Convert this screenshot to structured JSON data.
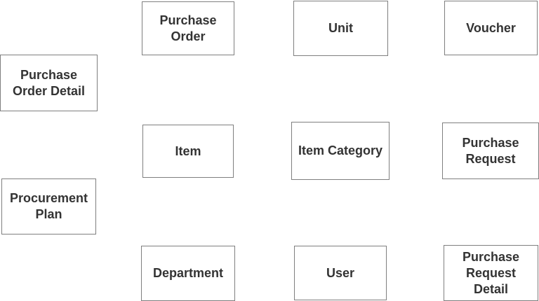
{
  "diagram": {
    "type": "entity-list",
    "entities": [
      {
        "id": "purchase-order",
        "label": "Purchase\nOrder"
      },
      {
        "id": "unit",
        "label": "Unit"
      },
      {
        "id": "voucher",
        "label": "Voucher"
      },
      {
        "id": "purchase-order-detail",
        "label": "Purchase\nOrder Detail"
      },
      {
        "id": "item",
        "label": "Item"
      },
      {
        "id": "item-category",
        "label": "Item Category"
      },
      {
        "id": "purchase-request",
        "label": "Purchase\nRequest"
      },
      {
        "id": "procurement-plan",
        "label": "Procurement\nPlan"
      },
      {
        "id": "department",
        "label": "Department"
      },
      {
        "id": "user",
        "label": "User"
      },
      {
        "id": "purchase-request-detail",
        "label": "Purchase\nRequest\nDetail"
      }
    ]
  }
}
